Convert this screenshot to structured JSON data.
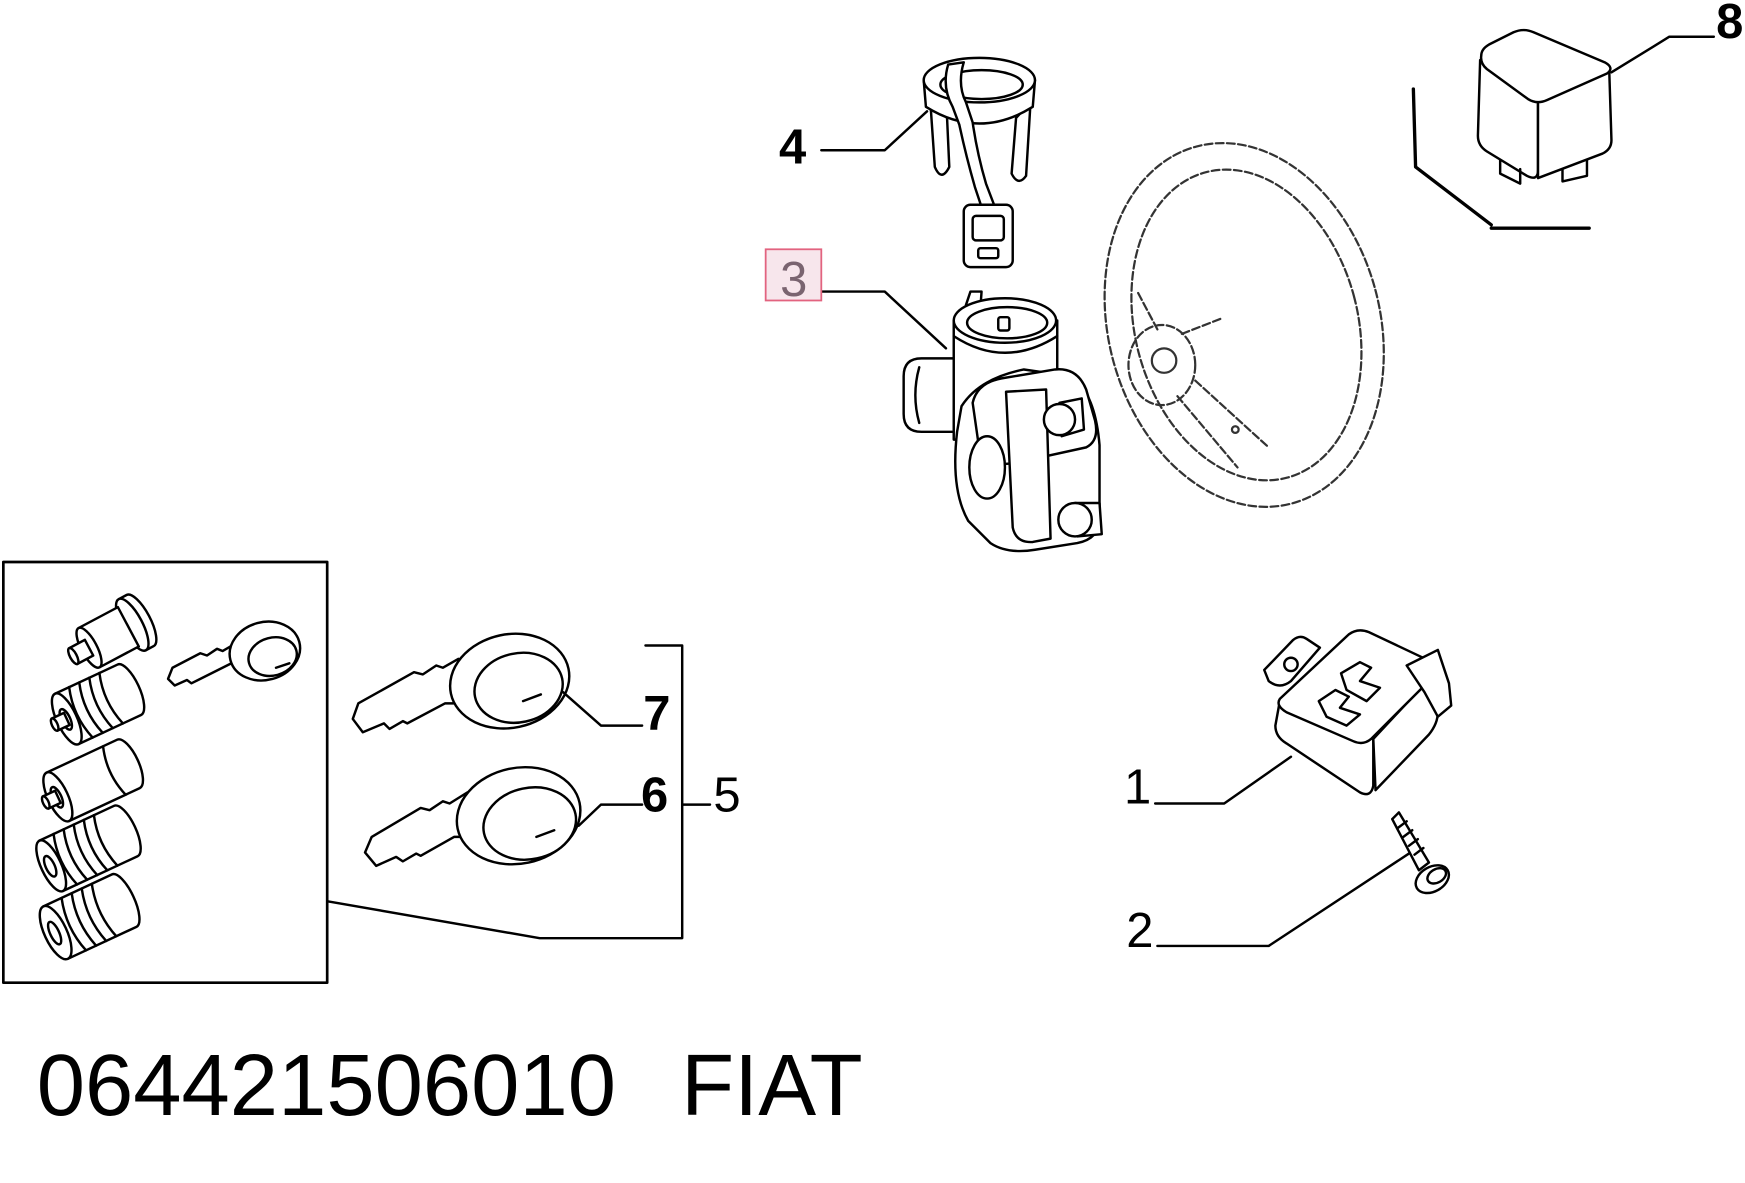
{
  "diagram": {
    "callouts": [
      {
        "label": "1"
      },
      {
        "label": "2"
      },
      {
        "label": "3",
        "highlighted": true
      },
      {
        "label": "4"
      },
      {
        "label": "5"
      },
      {
        "label": "6"
      },
      {
        "label": "7"
      },
      {
        "label": "8"
      }
    ],
    "colors": {
      "line": "#000000",
      "highlight_fill": "#f7e6ec",
      "highlight_border": "#e2637f",
      "highlight_text": "#7a6470"
    }
  },
  "footer": {
    "part_number": "064421506010",
    "brand": "FIAT"
  }
}
